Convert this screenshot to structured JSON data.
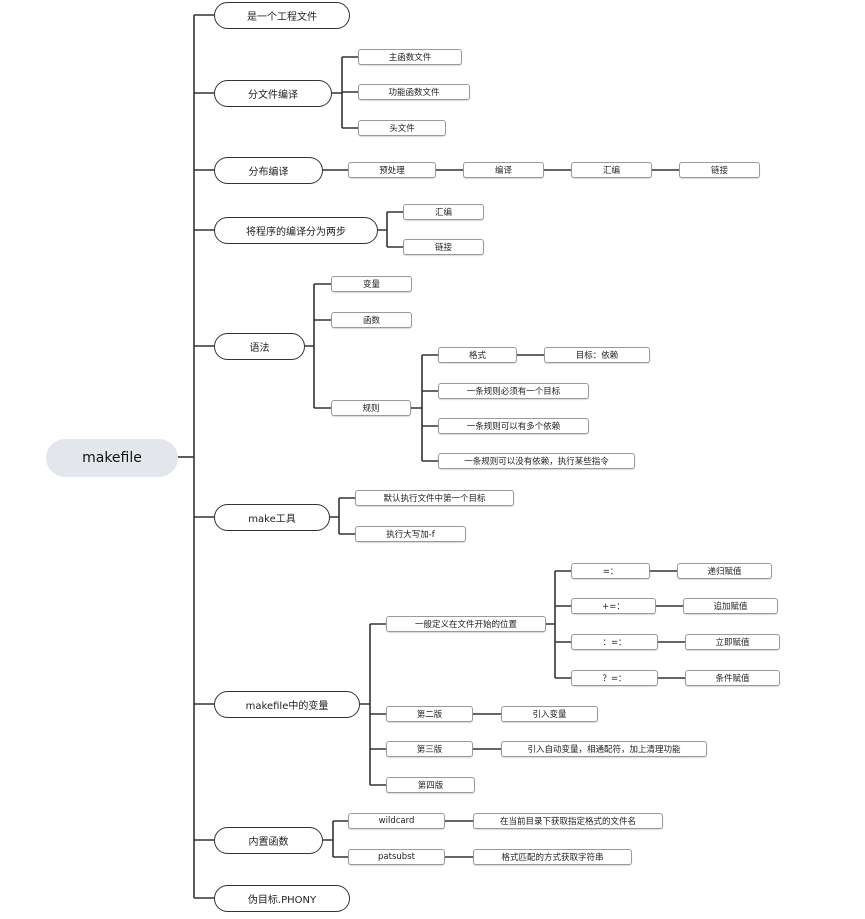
{
  "root": "makefile",
  "nodes": {
    "n1": "是一个工程文件",
    "n2": "分文件编译",
    "n2a": "主函数文件",
    "n2b": "功能函数文件",
    "n2c": "头文件",
    "n3": "分布编译",
    "n3a": "预处理",
    "n3b": "编译",
    "n3c": "汇编",
    "n3d": "链接",
    "n4": "将程序的编译分为两步",
    "n4a": "汇编",
    "n4b": "链接",
    "n5": "语法",
    "n5a": "变量",
    "n5b": "函数",
    "n5c": "规则",
    "n5c1": "格式",
    "n5c1a": "目标：依赖",
    "n5c2": "一条规则必须有一个目标",
    "n5c3": "一条规则可以有多个依赖",
    "n5c4": "一条规则可以没有依赖，执行某些指令",
    "n6": "make工具",
    "n6a": "默认执行文件中第一个目标",
    "n6b": "执行大写加-f",
    "n7": "makefile中的变量",
    "n7a": "一般定义在文件开始的位置",
    "n7a1": "=：",
    "n7a1v": "递归赋值",
    "n7a2": "+=：",
    "n7a2v": "追加赋值",
    "n7a3": "：=：",
    "n7a3v": "立即赋值",
    "n7a4": "？=：",
    "n7a4v": "条件赋值",
    "n7b": "第二版",
    "n7bv": "引入变量",
    "n7c": "第三版",
    "n7cv": "引入自动变量，相通配符，加上清理功能",
    "n7d": "第四版",
    "n8": "内置函数",
    "n8a": "wildcard",
    "n8av": "在当前目录下获取指定格式的文件名",
    "n8b": "patsubst",
    "n8bv": "格式匹配的方式获取字符串",
    "n9": "伪目标.PHONY"
  }
}
